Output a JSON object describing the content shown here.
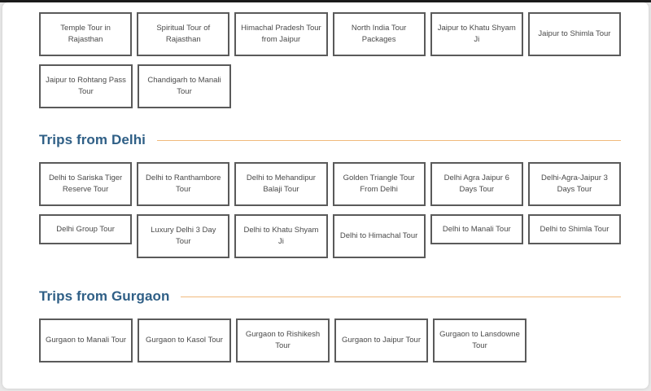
{
  "theme": {
    "heading_color": "#2f5f86",
    "rule_color": "#f0b97c",
    "tile_border_color": "#5a5a5a",
    "tile_text_color": "#4a4a4a",
    "page_background": "#ffffff"
  },
  "sections": [
    {
      "id": "rajasthan",
      "heading": null,
      "rows": [
        {
          "tiles": [
            {
              "label": "Temple Tour in Rajasthan",
              "lines": 2
            },
            {
              "label": "Spiritual Tour of Rajasthan",
              "lines": 2
            },
            {
              "label": "Himachal Pradesh Tour from Jaipur",
              "lines": 2
            },
            {
              "label": "North India Tour Packages",
              "lines": 2
            },
            {
              "label": "Jaipur to Khatu Shyam Ji",
              "lines": 2
            },
            {
              "label": "Jaipur to Shimla Tour",
              "lines": 2
            }
          ]
        },
        {
          "tiles": [
            {
              "label": "Jaipur to Rohtang Pass Tour",
              "lines": 2
            },
            {
              "label": "Chandigarh to Manali Tour",
              "lines": 2
            }
          ]
        }
      ]
    },
    {
      "id": "delhi",
      "heading": "Trips from Delhi",
      "rows": [
        {
          "tiles": [
            {
              "label": "Delhi to Sariska Tiger Reserve Tour",
              "lines": 2
            },
            {
              "label": "Delhi to Ranthambore Tour",
              "lines": 2
            },
            {
              "label": "Delhi to Mehandipur Balaji Tour",
              "lines": 2
            },
            {
              "label": "Golden Triangle Tour From Delhi",
              "lines": 2
            },
            {
              "label": "Delhi Agra Jaipur 6 Days Tour",
              "lines": 2
            },
            {
              "label": "Delhi-Agra-Jaipur 3 Days Tour",
              "lines": 2
            }
          ]
        },
        {
          "tiles": [
            {
              "label": "Delhi Group Tour",
              "lines": 1
            },
            {
              "label": "Luxury Delhi 3 Day Tour",
              "lines": 2
            },
            {
              "label": "Delhi to Khatu Shyam Ji",
              "lines": 2
            },
            {
              "label": "Delhi to Himachal Tour",
              "lines": 2
            },
            {
              "label": "Delhi to Manali Tour",
              "lines": 1
            },
            {
              "label": "Delhi to Shimla Tour",
              "lines": 1
            }
          ]
        }
      ]
    },
    {
      "id": "gurgaon",
      "heading": "Trips from Gurgaon",
      "rows": [
        {
          "tiles": [
            {
              "label": "Gurgaon to Manali Tour",
              "lines": 2
            },
            {
              "label": "Gurgaon to Kasol Tour",
              "lines": 2
            },
            {
              "label": "Gurgaon to Rishikesh Tour",
              "lines": 2
            },
            {
              "label": "Gurgaon to Jaipur Tour",
              "lines": 2
            },
            {
              "label": "Gurgaon to Lansdowne Tour",
              "lines": 2
            }
          ]
        }
      ]
    }
  ]
}
